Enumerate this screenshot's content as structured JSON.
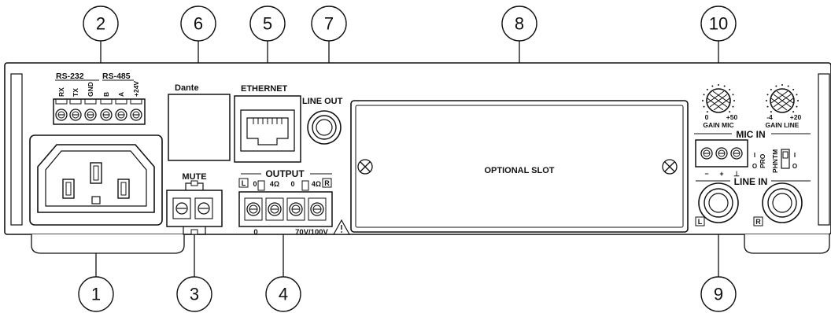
{
  "callouts": [
    "1",
    "2",
    "3",
    "4",
    "5",
    "6",
    "7",
    "8",
    "9",
    "10"
  ],
  "panel": {
    "rs232_label": "RS-232",
    "rs485_label": "RS-485",
    "terminal_pins": [
      "RX",
      "TX",
      "GND",
      "B",
      "A",
      "+24V"
    ],
    "dante_label": "Dante",
    "ethernet_label": "ETHERNET",
    "line_out_label": "LINE OUT",
    "optional_slot_label": "OPTIONAL SLOT",
    "mute_label": "MUTE",
    "output_label": "OUTPUT",
    "output_L": "L",
    "output_R": "R",
    "output_taps": [
      "0",
      "4Ω",
      "0",
      "4Ω"
    ],
    "output_bottom_left": "0",
    "output_bottom_right": "70V/100V",
    "gain_mic_label": "GAIN MIC",
    "gain_mic_min": "0",
    "gain_mic_max": "+50",
    "gain_line_label": "GAIN LINE",
    "gain_line_min": "-4",
    "gain_line_max": "+20",
    "mic_in_label": "MIC IN",
    "mic_pins": [
      "−",
      "+",
      "⊥"
    ],
    "pro_label": "PRO",
    "phantom_label": "PHNTM",
    "switch_on": "I",
    "switch_off": "O",
    "line_in_label": "LINE IN",
    "line_in_L": "L",
    "line_in_R": "R"
  }
}
